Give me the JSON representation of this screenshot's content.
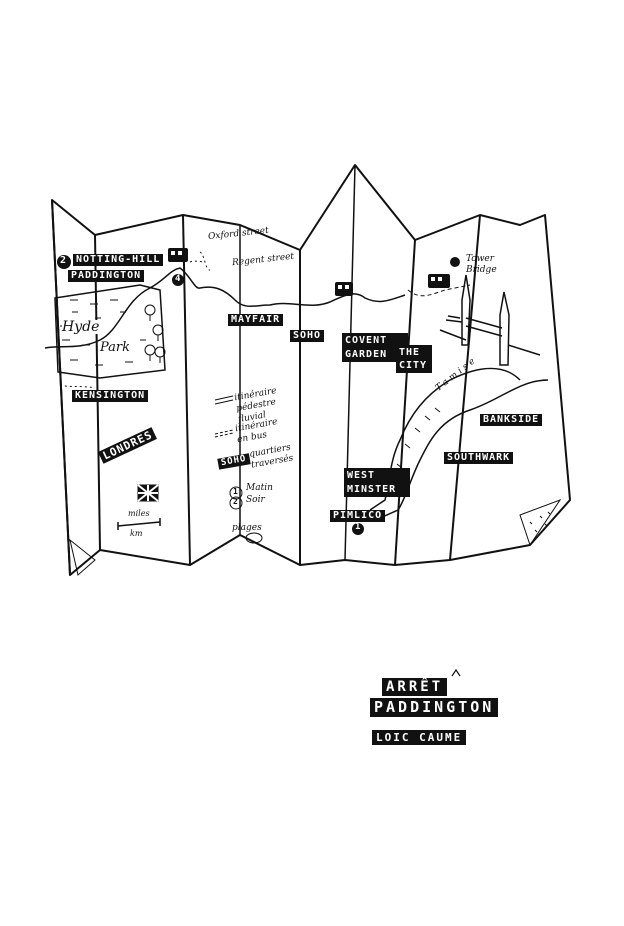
{
  "cover": {
    "title_line1": "ARRÊT",
    "title_line2": "PADDINGTON",
    "author": "LOIC CAUME"
  },
  "map": {
    "districts": {
      "notting_hill": "NOTTING-HILL",
      "paddington": "PADDINGTON",
      "hyde": "Hyde",
      "park": "Park",
      "kensington": "KENSINGTON",
      "mayfair": "MAYFAIR",
      "soho": "SOHO",
      "covent_garden": "COVENT GARDEN",
      "the_city": "THE CITY",
      "bankside": "BANKSIDE",
      "southwark": "SOUTHWARK",
      "westminster": "WEST MINSTER",
      "pimlico": "PIMLICO",
      "londres": "LONDRES"
    },
    "streets": {
      "oxford_street": "Oxford street",
      "regent_street": "Regent street",
      "tamise": "Tamise",
      "tower_bridge": "Tower Bridge"
    },
    "markers": {
      "m2": "2",
      "m4": "4",
      "m1": "1"
    },
    "legend": {
      "walk_river": "itinéraire pédestre fluvial",
      "bus": "itinéraire en bus",
      "soho_sample": "SOHO",
      "districts": "quartiers traversés",
      "morning_num": "1",
      "morning": "Matin",
      "evening_num": "2",
      "evening": "Soir",
      "beaches": "plages",
      "scale_miles": "miles",
      "scale_km": "km"
    }
  }
}
